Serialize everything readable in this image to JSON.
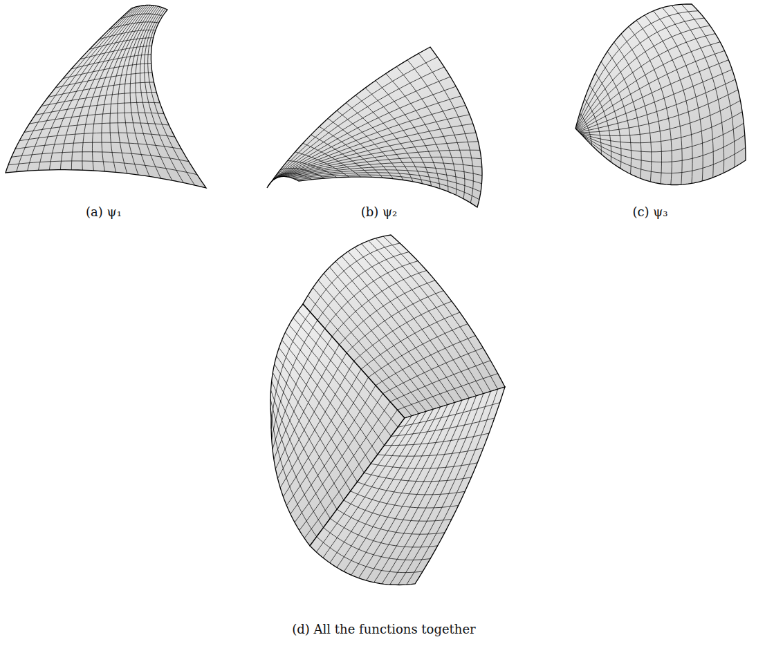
{
  "diagram": {
    "labels": [
      "(a) ψ₁",
      "(b) ψ₂",
      "(c) ψ₃",
      "(d) All the functions together"
    ]
  }
}
